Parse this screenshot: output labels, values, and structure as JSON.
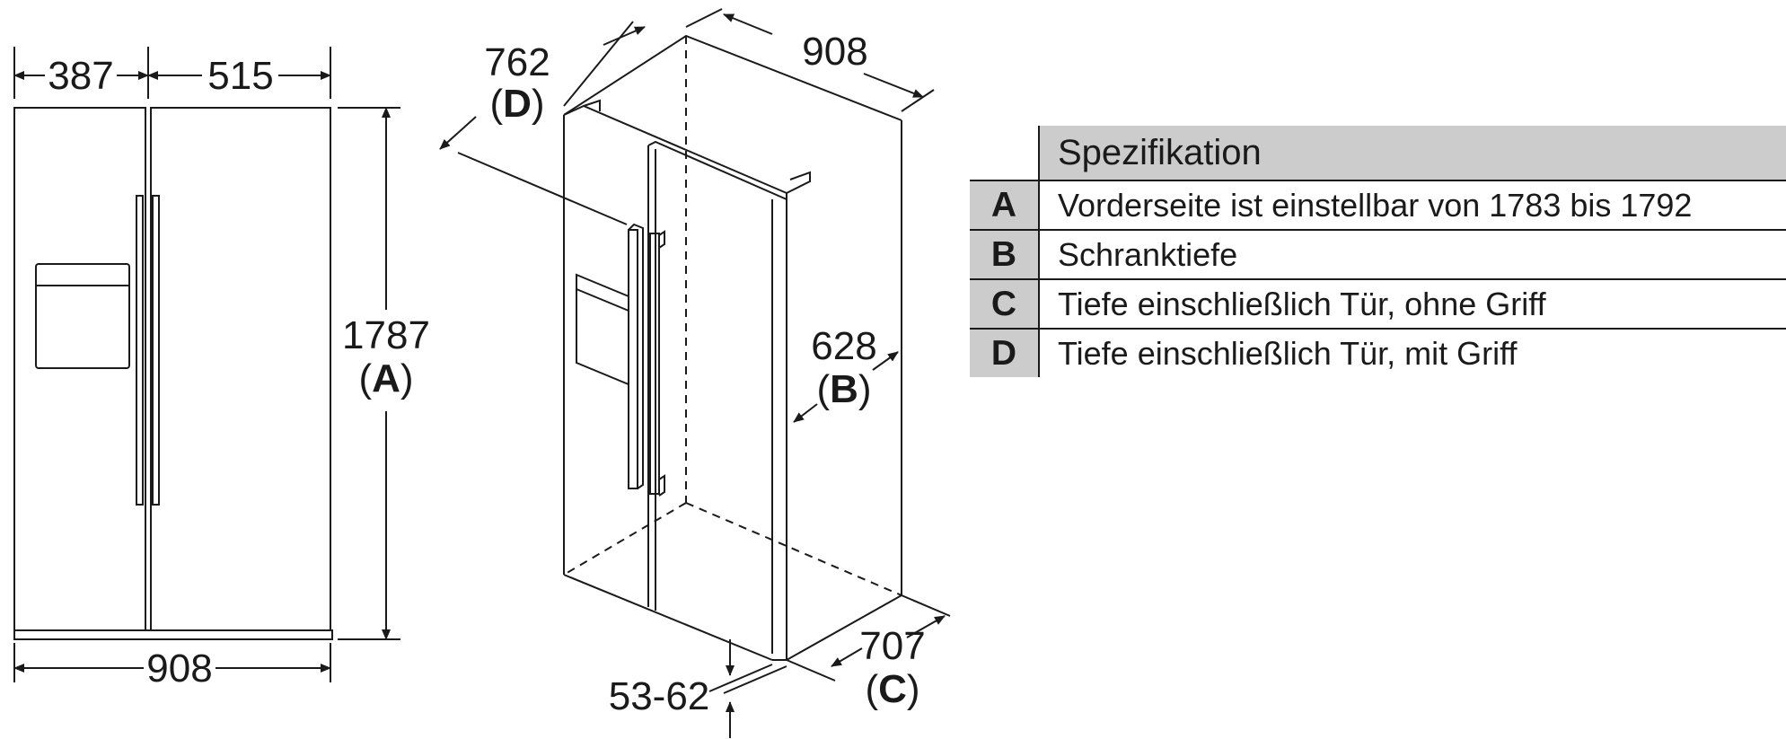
{
  "front_view": {
    "width_left": "387",
    "width_right": "515",
    "width_total": "908",
    "height_value": "1787",
    "height_key": "A"
  },
  "iso_view": {
    "depth_handle_value": "762",
    "depth_handle_key": "D",
    "width_value": "908",
    "cabinet_depth_value": "628",
    "cabinet_depth_key": "B",
    "depth_door_value": "707",
    "depth_door_key": "C",
    "feet_range": "53-62"
  },
  "spec_table": {
    "header": "Spezifikation",
    "rows": [
      {
        "key": "A",
        "text": "Vorderseite ist einstellbar von 1783 bis 1792"
      },
      {
        "key": "B",
        "text": "Schranktiefe"
      },
      {
        "key": "C",
        "text": "Tiefe einschließlich Tür, ohne Griff"
      },
      {
        "key": "D",
        "text": "Tiefe einschließlich Tür, mit Griff"
      }
    ]
  },
  "colors": {
    "line": "#1a1a1a",
    "table_shade": "#cccccc"
  }
}
